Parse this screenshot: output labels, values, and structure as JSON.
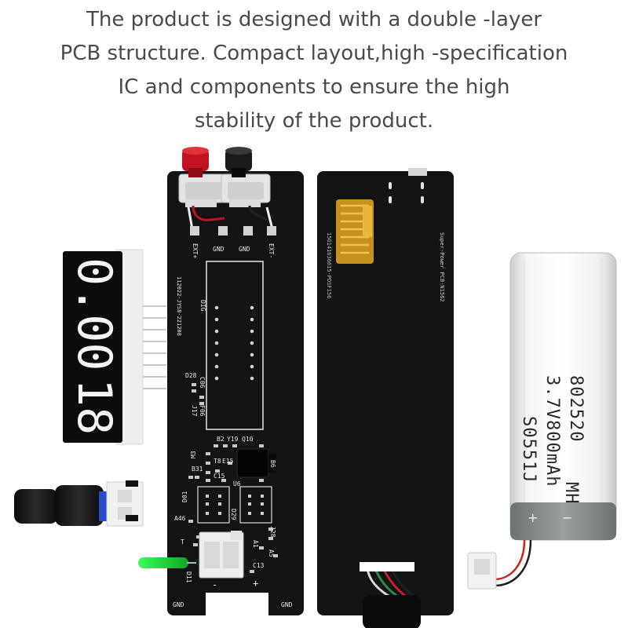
{
  "headline": {
    "lines": [
      "The product is designed with a double -layer",
      "PCB structure. Compact layout,high -specification",
      "IC and components to ensure the high",
      "stability of the product."
    ]
  },
  "front_pcb": {
    "labels": {
      "ext_plus": "EXT+",
      "gnd1": "GND",
      "gnd2": "GND",
      "ext_minus": "EXT-",
      "dig": "DIG",
      "model": "112022-JYS8-221208",
      "d28": "D28",
      "c06": "C06",
      "f06": "F06",
      "j17": "J17",
      "b2": "B2",
      "y19": "Y19",
      "q10": "Q10",
      "m3": "M3",
      "t8": "T8",
      "e15": "E15",
      "b31": "B31",
      "c15": "C15",
      "b6": "B6",
      "u6": "U6",
      "d01": "D01",
      "d29": "D29",
      "a46": "A46",
      "j28": "J28",
      "a5": "A5",
      "a1": "A1",
      "c13": "C13",
      "t": "T",
      "d11": "D11",
      "minus": "-",
      "plus": "+",
      "gnd_bl": "GND",
      "gnd_br": "GND"
    }
  },
  "back_pcb": {
    "labels": {
      "brand": "Super-Power PCB-N1562",
      "code": "15G141636615-PDSF156"
    }
  },
  "display": {
    "top_digits": "0.00",
    "bottom_digits": "18"
  },
  "battery": {
    "line1": "802520",
    "line2": "3.7V800mAh",
    "line3": "S0551J",
    "line4": "MH",
    "plus": "+",
    "minus": "−"
  },
  "colors": {
    "pcb": "#111214",
    "pad": "#cfcfcf",
    "red_post": "#c1121f",
    "black_post": "#1a1a1a",
    "gold": "#d7a22b",
    "green_led": "#19d13a",
    "battery_wrap": "#e9ecea",
    "battery_band": "#7f8582"
  }
}
